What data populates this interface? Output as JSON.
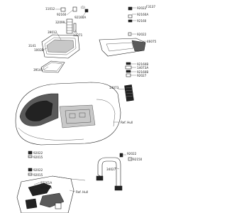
{
  "figure_code": "F3137",
  "callouts": {
    "c11012": "11012",
    "c92160": "92160",
    "c92160a": "92160A",
    "c32099": "32099",
    "c39012": "39012",
    "c13271": "13271",
    "c3141": "3141",
    "c1003b": "1003B",
    "c39145": "39145",
    "c92022_tr": "92022",
    "c92160a_tr": "92160A",
    "c92160_tr": "92160",
    "c92022b_tr": "92022",
    "c46075": "46075",
    "c92160b": "92160B",
    "c14073a": "14073A",
    "c92160c": "92160B",
    "c92027": "92027",
    "c14073": "14073",
    "c92022_left": "92022",
    "c92015": "92015",
    "c92022b_left": "92022",
    "c92015b": "92015",
    "c92161a": "92161A",
    "c92161a2": "92161A",
    "c92022_right": "92022",
    "c92150": "92150",
    "c34027": "34027",
    "ref_hull_1": "Ref. Hull",
    "ref_hull_2": "Ref. Hull"
  },
  "colors": {
    "ink": "#222222",
    "paper": "#ffffff"
  }
}
